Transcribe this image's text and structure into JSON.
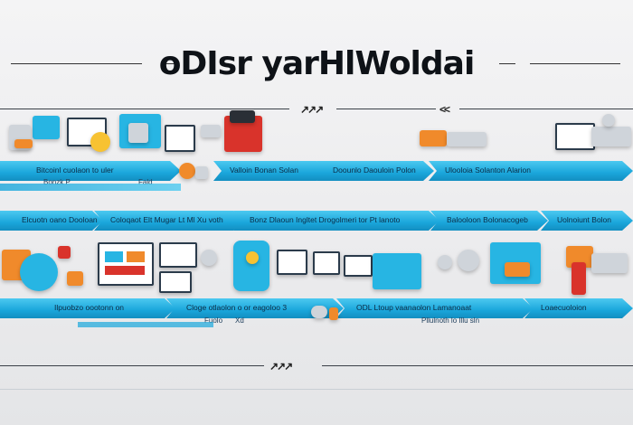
{
  "title": "oDIsr yarHlWoldai",
  "chevrons": {
    "top_mid": "↗↗↗",
    "top_right": "<<",
    "bottom": "↗↗↗"
  },
  "row1": {
    "segments": [
      "Bitcoinl cuolaon to uler",
      "Valloin Bonan Solan",
      "Doounlo Daouloin Polon",
      "Ulooloia Solanton Alarion"
    ],
    "sub_labels": [
      "Bonzk P",
      "Fald"
    ]
  },
  "row2": {
    "segments": [
      "Elcuotn oano Dooloan",
      "Coloqaot Elt Mugar Lt Ml Xu voth",
      "Bonz Dlaoun Ingltet Drogolmeri tor Pt lanoto",
      "Balooloon Bolonacogeb",
      "Uolnoiunt Bolon"
    ]
  },
  "row3": {
    "segments": [
      "Ilpuobzo oootonn on",
      "Cloge otlaolon o or eagoloo 3",
      "ODL Ltoup vaanaolon Lamanoaat",
      "Loaecuoloion"
    ],
    "sub_labels": [
      "Fuolo",
      "Xd",
      "Pllulnoth lo Illu sln"
    ]
  }
}
